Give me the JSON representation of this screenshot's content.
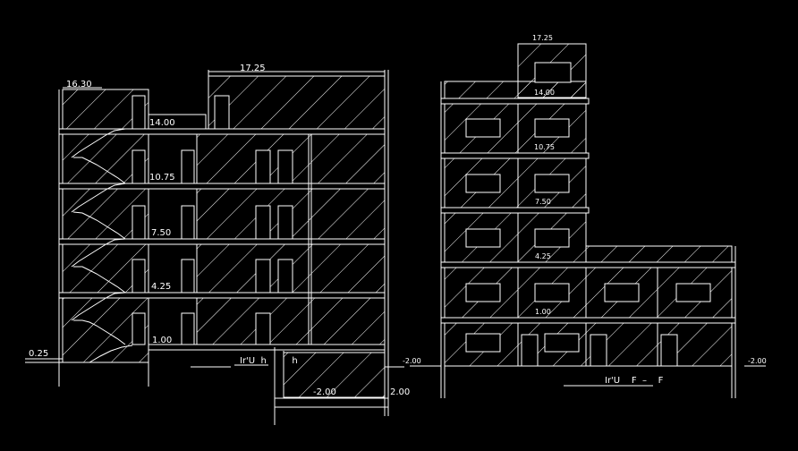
{
  "section_a": {
    "title": "Ir'U  h         h",
    "levels": [
      "16.30",
      "17.25",
      "14.00",
      "10.75",
      "7.50",
      "4.25",
      "1.00",
      "0.25"
    ],
    "basement_levels": [
      "-2.00",
      "2.00"
    ]
  },
  "section_b": {
    "title": "Ir'U    F  –    F",
    "levels": [
      "17.25",
      "14.00",
      "10.75",
      "7.50",
      "4.25",
      "1.00"
    ],
    "ground_levels": [
      "-2.00",
      "-2.00"
    ]
  },
  "colors": {
    "background": "#000000",
    "lines": "#ffffff"
  }
}
